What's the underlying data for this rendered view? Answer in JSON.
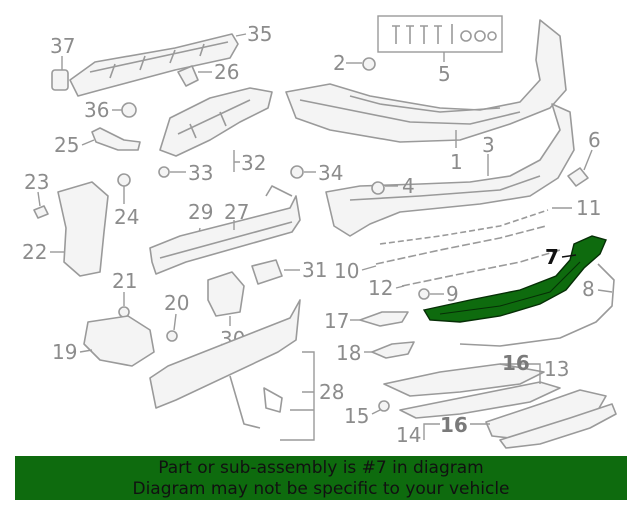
{
  "callouts": {
    "c1": "1",
    "c2": "2",
    "c3": "3",
    "c4": "4",
    "c5": "5",
    "c6": "6",
    "c7": "7",
    "c8": "8",
    "c9": "9",
    "c10": "10",
    "c11": "11",
    "c12": "12",
    "c13": "13",
    "c14": "14",
    "c15": "15",
    "c16a": "16",
    "c16b": "16",
    "c17": "17",
    "c18": "18",
    "c19": "19",
    "c20": "20",
    "c21": "21",
    "c22": "22",
    "c23": "23",
    "c24": "24",
    "c25": "25",
    "c26": "26",
    "c27": "27",
    "c28": "28",
    "c29": "29",
    "c30": "30",
    "c31": "31",
    "c32": "32",
    "c33": "33",
    "c34": "34",
    "c35": "35",
    "c36": "36",
    "c37": "37"
  },
  "highlighted_part": "7",
  "colors": {
    "highlight": "#0e6b0e",
    "line": "#9a9a9a",
    "banner_bg": "#0e6b0e"
  },
  "banner": {
    "line1": "Part or sub-assembly is #7 in diagram",
    "line2": "Diagram may not be specific to your vehicle"
  }
}
